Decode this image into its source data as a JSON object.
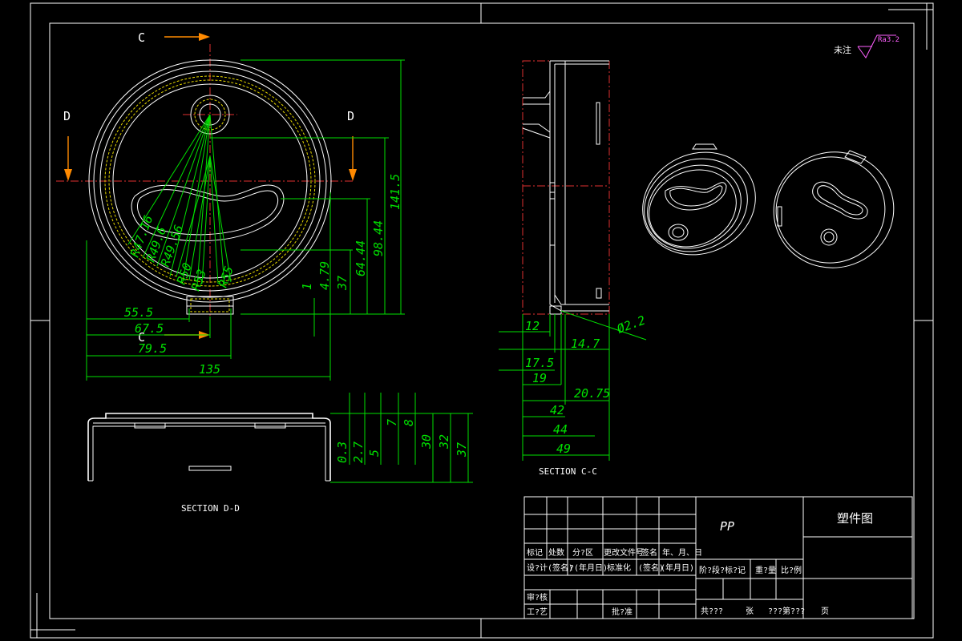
{
  "annotations": {
    "surface_note": "未注",
    "roughness": "Ra3.2",
    "section_dd": "SECTION D-D",
    "section_cc": "SECTION C-C",
    "cut_c_top": "C",
    "cut_c_bottom": "C",
    "cut_d_left": "D",
    "cut_d_right": "D"
  },
  "front_view_dims": {
    "radii": [
      "R47.16",
      "R49.6",
      "R49.56",
      "R50",
      "R53",
      "R55"
    ],
    "horizontal": [
      "55.5",
      "67.5",
      "79.5",
      "135"
    ],
    "vertical": [
      "141.5",
      "98.44",
      "64.44",
      "37",
      "4.79",
      "1"
    ]
  },
  "section_dd_dims": [
    "0.3",
    "2.7",
    "5",
    "7",
    "8",
    "30",
    "32",
    "37"
  ],
  "section_cc_dims": [
    "12",
    "14.7",
    "17.5",
    "19",
    "20.75",
    "42",
    "44",
    "49",
    "Ø2.2"
  ],
  "title_block": {
    "material": "PP",
    "drawing_name": "塑件图",
    "row1": [
      "标记",
      "处数",
      "分?区",
      "更改文件号",
      "签名",
      "年、月、日"
    ],
    "row2": [
      "设?计",
      "(签名)",
      "?(年月日)",
      "标准化",
      "(签名)",
      "(年月日)"
    ],
    "row3": [
      "审?核"
    ],
    "row4": [
      "工?艺",
      "批?准"
    ],
    "stage_labels": [
      "阶?段?标?记",
      "重?量",
      "比?例"
    ],
    "sheet_text": [
      "共???",
      "张",
      "???第???",
      "页"
    ]
  }
}
